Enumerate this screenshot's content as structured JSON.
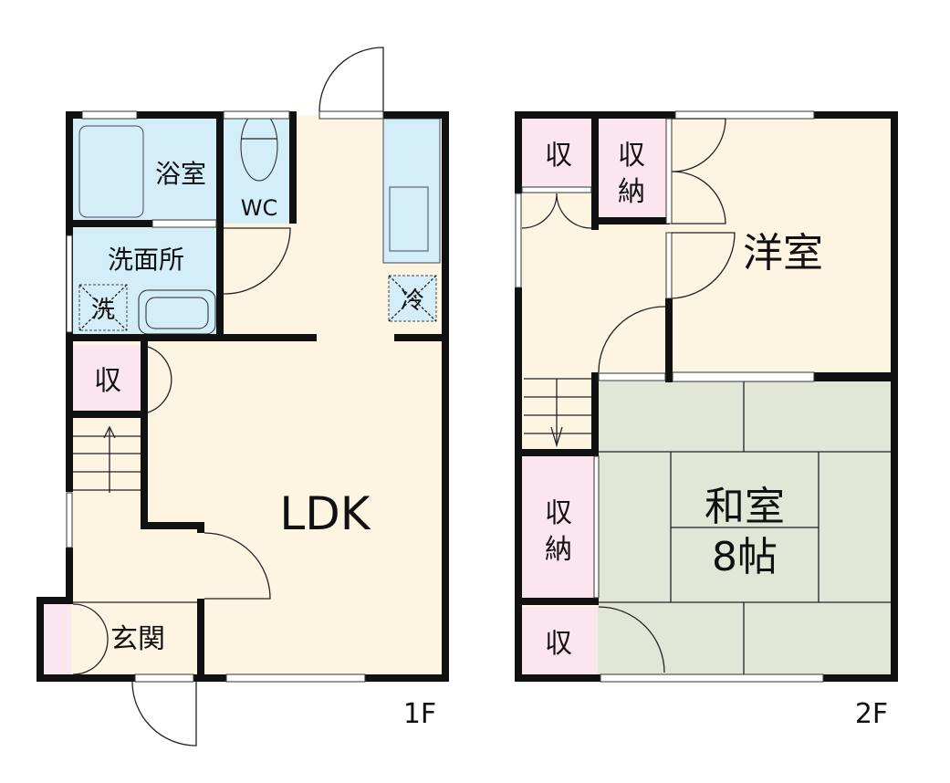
{
  "floor1": {
    "label": "1F",
    "rooms": {
      "bath": "浴室",
      "wc": "WC",
      "washroom": "洗面所",
      "washer": "洗",
      "fridge": "冷",
      "storage": "収",
      "ldk": "LDK",
      "entrance": "玄関"
    }
  },
  "floor2": {
    "label": "2F",
    "rooms": {
      "storage_top": "収",
      "closet_top_1": "収",
      "closet_top_2": "納",
      "western": "洋室",
      "closet_left_1": "収",
      "closet_left_2": "納",
      "storage_bottom": "収",
      "japanese": "和室",
      "japanese_size": "8帖"
    }
  },
  "colors": {
    "floor": "#fdf5e2",
    "wet": "#d4eef9",
    "storage": "#fbe5ee",
    "tatami": "#e0e7d6",
    "wall": "#111111"
  }
}
